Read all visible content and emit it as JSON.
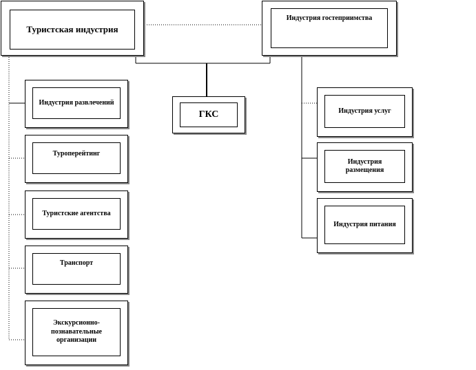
{
  "diagram": {
    "top_left": {
      "label": "Туристская индустрия"
    },
    "top_right": {
      "label": "Индустрия гостеприимства"
    },
    "center": {
      "label": "ГКС"
    },
    "left_items": [
      {
        "label": "Индустрия развлечений"
      },
      {
        "label": "Туроперейтинг"
      },
      {
        "label": "Туристские агентства"
      },
      {
        "label": "Транспорт"
      },
      {
        "label": "Экскурсионно-познавательные организации"
      }
    ],
    "right_items": [
      {
        "label": "Индустрия услуг"
      },
      {
        "label": "Индустрия размещения"
      },
      {
        "label": "Индустрия питания"
      }
    ]
  }
}
